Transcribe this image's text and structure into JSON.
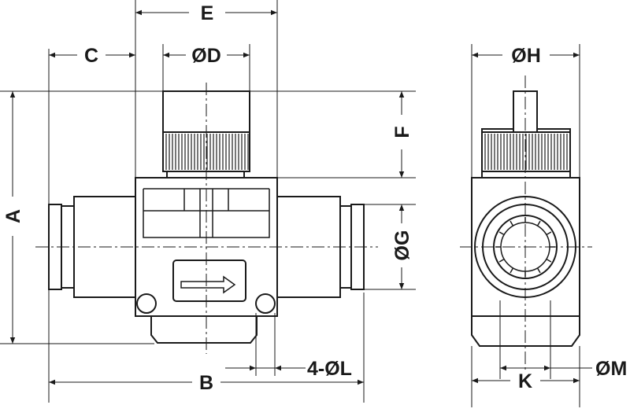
{
  "dimensions": {
    "A": "A",
    "B": "B",
    "C": "C",
    "D": "ØD",
    "E": "E",
    "F": "F",
    "G": "ØG",
    "H": "ØH",
    "K": "K",
    "L": "4-ØL",
    "M": "ØM"
  }
}
